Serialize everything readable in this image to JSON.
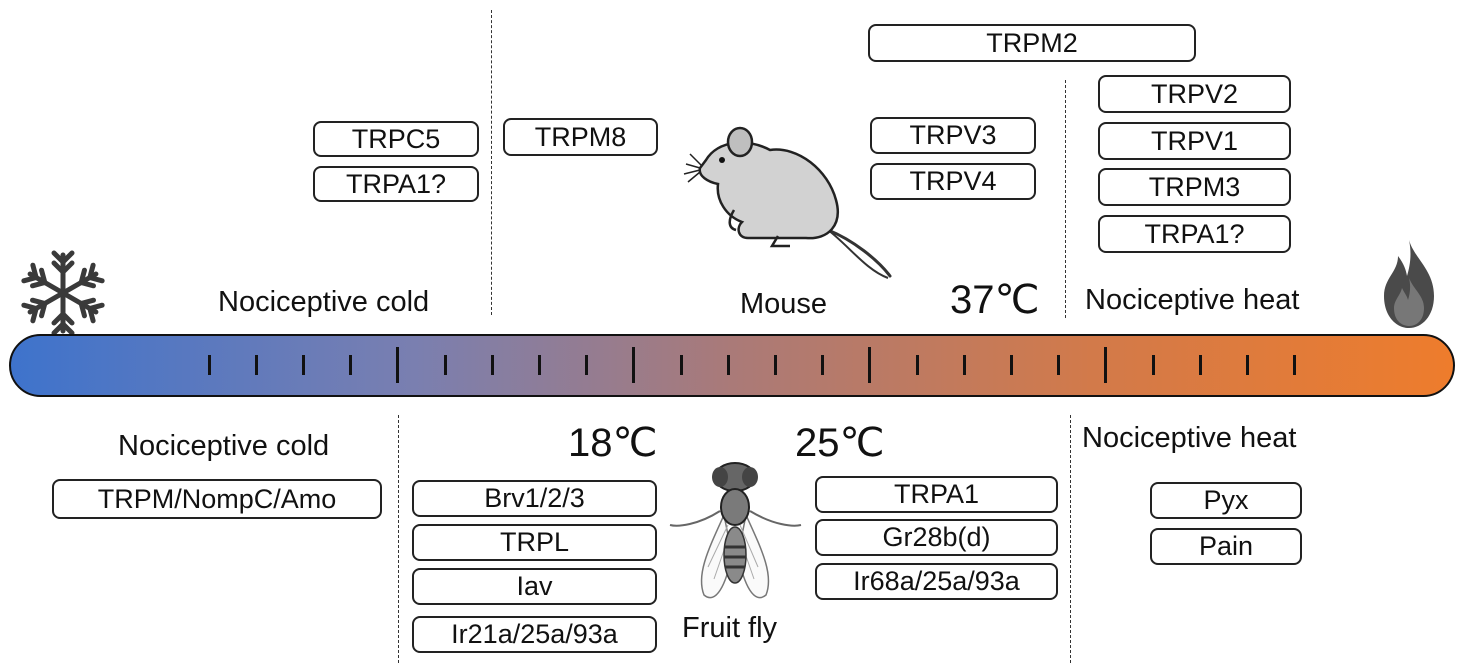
{
  "mouse": {
    "cold_label": "Nociceptive cold",
    "heat_label": "Nociceptive heat",
    "animal_label": "Mouse",
    "temp_label": "37℃",
    "cold_channels": [
      "TRPC5",
      "TRPA1?"
    ],
    "cool_channels": [
      "TRPM8"
    ],
    "warm_top": "TRPM2",
    "warm_channels": [
      "TRPV3",
      "TRPV4"
    ],
    "heat_channels": [
      "TRPV2",
      "TRPV1",
      "TRPM3",
      "TRPA1?"
    ]
  },
  "fly": {
    "cold_label": "Nociceptive cold",
    "heat_label": "Nociceptive heat",
    "animal_label": "Fruit fly",
    "temp_low_label": "18℃",
    "temp_high_label": "25℃",
    "cold_channels": [
      "TRPM/NompC/Amo"
    ],
    "cool_channels": [
      "Brv1/2/3",
      "TRPL",
      "Iav",
      "Ir21a/25a/93a"
    ],
    "warm_channels": [
      "TRPA1",
      "Gr28b(d)",
      "Ir68a/25a/93a"
    ],
    "heat_channels": [
      "Pyx",
      "Pain"
    ]
  },
  "icons": [
    "snowflake-icon",
    "flame-icon",
    "mouse-icon",
    "fruit-fly-icon"
  ],
  "colors": {
    "cold": "#3e73cc",
    "hot": "#ee7c2c"
  }
}
